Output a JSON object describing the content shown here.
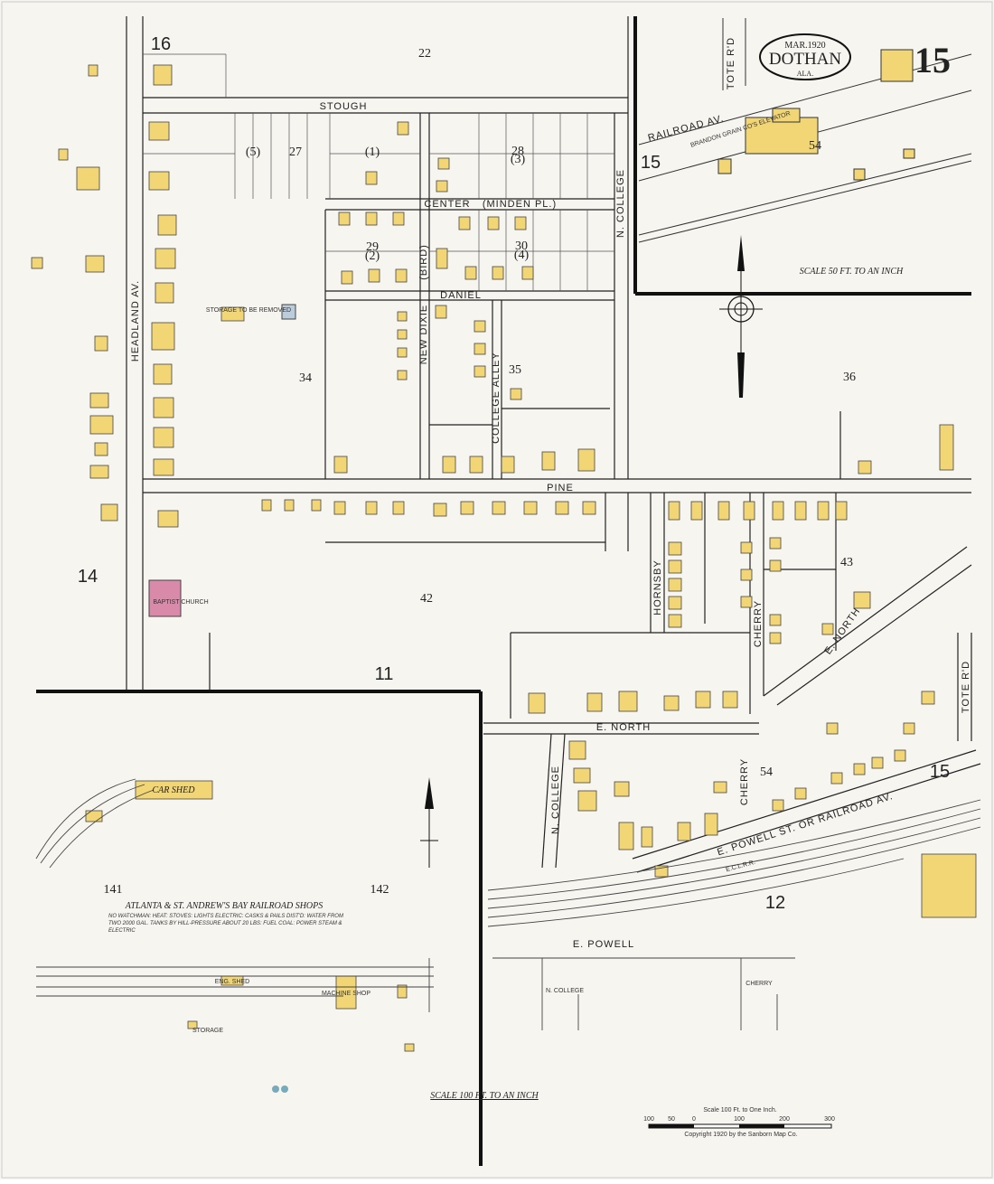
{
  "title_cartouche": {
    "date": "MAR.1920",
    "city": "DOTHAN",
    "state": "ALA."
  },
  "sheet_number": "15",
  "streets": {
    "stough": "STOUGH",
    "headland": "HEADLAND AV.",
    "center": "CENTER",
    "minden": "(MINDEN PL.)",
    "n_college": "N. COLLEGE",
    "daniel": "DANIEL",
    "new_dixie": "NEW DIXIE",
    "bird": "(BIRD)",
    "college_alley": "COLLEGE ALLEY",
    "pine": "PINE",
    "hornsby": "HORNSBY",
    "cherry": "CHERRY",
    "e_north": "E. NORTH",
    "tote_rd": "TOTE R'D",
    "railroad_av": "RAILROAD AV.",
    "e_powell_st": "E. POWELL ST. OR RAILROAD AV.",
    "e_powell": "E. POWELL",
    "n_college_lower": "N. COLLEGE",
    "cherry_lower": "CHERRY",
    "ecl_rr": "E.C.L.R.R."
  },
  "blocks": {
    "b16": "16",
    "b22": "22",
    "b27": "27",
    "b5": "(5)",
    "b28": "28",
    "b3": "(3)",
    "b1": "(1)",
    "b29": "29",
    "b2": "(2)",
    "b30": "30",
    "b4": "(4)",
    "b34": "34",
    "b35": "35",
    "b36": "36",
    "b42": "42",
    "b43": "43",
    "b54": "54",
    "b54_inset": "54",
    "b11": "11",
    "b12": "12",
    "b14": "14",
    "b15_right": "15",
    "b15_inset": "15",
    "b141": "141",
    "b142": "142"
  },
  "labels": {
    "baptist_church": "BAPTIST CHURCH",
    "storage_removed": "STORAGE TO BE REMOVED",
    "grain_elevator": "BRANDON GRAIN CO'S ELEVATOR",
    "car_shed": "CAR SHED",
    "machine_shop": "MACHINE SHOP",
    "eng_shed": "ENG. SHED",
    "storage": "STORAGE",
    "rr_shops_title": "ATLANTA & ST. ANDREW'S BAY RAILROAD SHOPS",
    "rr_shops_note": "NO WATCHMAN: HEAT: STOVES: LIGHTS ELECTRIC: CASKS & PAILS DIST'D: WATER FROM TWO 2000 GAL. TANKS BY HILL-PRESSURE ABOUT 20 LBS: FUEL COAL: POWER STEAM & ELECTRIC"
  },
  "scales": {
    "main": "SCALE 100 FT. TO AN INCH",
    "inset": "SCALE 50 FT. TO AN INCH",
    "bar_title": "Scale 100 Ft. to One Inch.",
    "bar_ticks": [
      "100",
      "50",
      "0",
      "100",
      "200",
      "300"
    ],
    "copyright": "Copyright 1920 by the Sanborn Map Co."
  },
  "colors": {
    "paper": "#f7f5f0",
    "frame": "#222222",
    "dwelling": "#f2d675",
    "brick": "#d98aa8"
  }
}
